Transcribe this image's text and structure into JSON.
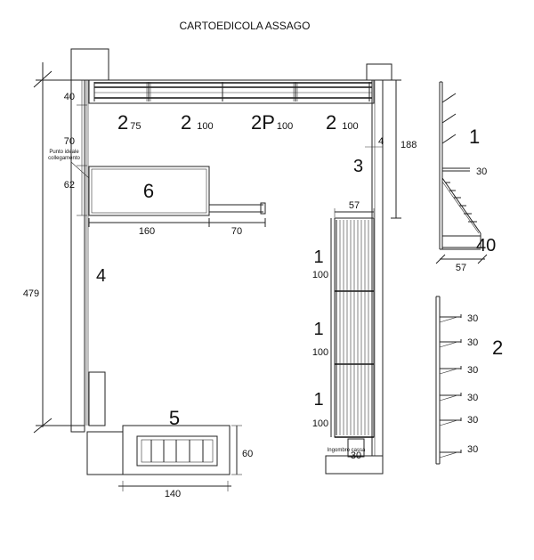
{
  "title": "CARTOEDICOLA ASSAGO",
  "notes": {
    "connection": "Punto ideale collegamento",
    "footprint": "Ingombro cassa"
  },
  "modules": {
    "top_1": {
      "num": "2",
      "size": "75"
    },
    "top_2": {
      "num": "2",
      "size": "100"
    },
    "top_3": {
      "num": "2P",
      "size": "100"
    },
    "top_4": {
      "num": "2",
      "size": "100"
    },
    "island": "6",
    "left_wall": "4",
    "right_wall": "3",
    "counter": "5",
    "right_stack": [
      {
        "num": "1",
        "size": "100"
      },
      {
        "num": "1",
        "size": "100"
      },
      {
        "num": "1",
        "size": "100"
      }
    ],
    "section_1": "1",
    "section_2": "2"
  },
  "dimensions": {
    "total_height": "479",
    "left_40": "40",
    "left_70": "70",
    "left_62": "62",
    "island_width": "160",
    "island_gap": "70",
    "right_188": "188",
    "right_4": "4",
    "right_57": "57",
    "counter_width": "140",
    "counter_depth": "60",
    "footprint_30": "30"
  },
  "section1": {
    "shelf": "30",
    "base": "40",
    "depth": "57"
  },
  "section2": {
    "shelves": [
      "30",
      "30",
      "30",
      "30",
      "30",
      "30"
    ]
  }
}
